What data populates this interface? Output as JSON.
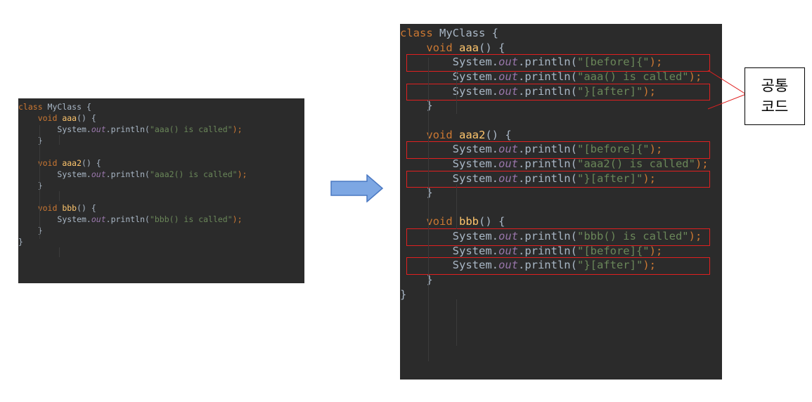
{
  "before_code": {
    "lines": [
      {
        "indent": 0,
        "tokens": [
          {
            "t": "class ",
            "c": "kw"
          },
          {
            "t": "MyClass ",
            "c": "cls"
          },
          {
            "t": "{",
            "c": "pl"
          }
        ]
      },
      {
        "indent": 4,
        "tokens": [
          {
            "t": "void ",
            "c": "kw"
          },
          {
            "t": "aaa",
            "c": "fn"
          },
          {
            "t": "() {",
            "c": "pl"
          }
        ]
      },
      {
        "indent": 8,
        "tokens": [
          {
            "t": "System.",
            "c": "pl"
          },
          {
            "t": "out",
            "c": "fld"
          },
          {
            "t": ".println(",
            "c": "pl"
          },
          {
            "t": "\"aaa() is called\"",
            "c": "str"
          },
          {
            "t": ");",
            "c": "kw"
          }
        ]
      },
      {
        "indent": 4,
        "tokens": [
          {
            "t": "}",
            "c": "pl"
          }
        ]
      },
      {
        "indent": 0,
        "tokens": []
      },
      {
        "indent": 4,
        "tokens": [
          {
            "t": "void ",
            "c": "kw"
          },
          {
            "t": "aaa2",
            "c": "fn"
          },
          {
            "t": "() {",
            "c": "pl"
          }
        ]
      },
      {
        "indent": 8,
        "tokens": [
          {
            "t": "System.",
            "c": "pl"
          },
          {
            "t": "out",
            "c": "fld"
          },
          {
            "t": ".println(",
            "c": "pl"
          },
          {
            "t": "\"aaa2() is called\"",
            "c": "str"
          },
          {
            "t": ");",
            "c": "kw"
          }
        ]
      },
      {
        "indent": 4,
        "tokens": [
          {
            "t": "}",
            "c": "pl"
          }
        ]
      },
      {
        "indent": 0,
        "tokens": []
      },
      {
        "indent": 4,
        "tokens": [
          {
            "t": "void ",
            "c": "kw"
          },
          {
            "t": "bbb",
            "c": "fn"
          },
          {
            "t": "() {",
            "c": "pl"
          }
        ]
      },
      {
        "indent": 8,
        "tokens": [
          {
            "t": "System.",
            "c": "pl"
          },
          {
            "t": "out",
            "c": "fld"
          },
          {
            "t": ".println(",
            "c": "pl"
          },
          {
            "t": "\"bbb() is called\"",
            "c": "str"
          },
          {
            "t": ");",
            "c": "kw"
          }
        ]
      },
      {
        "indent": 4,
        "tokens": [
          {
            "t": "}",
            "c": "pl"
          }
        ]
      },
      {
        "indent": 0,
        "tokens": [
          {
            "t": "}",
            "c": "pl"
          }
        ]
      }
    ]
  },
  "after_code": {
    "lines": [
      {
        "indent": 0,
        "tokens": [
          {
            "t": "class ",
            "c": "kw"
          },
          {
            "t": "MyClass ",
            "c": "cls"
          },
          {
            "t": "{",
            "c": "pl"
          }
        ]
      },
      {
        "indent": 4,
        "tokens": [
          {
            "t": "void ",
            "c": "kw"
          },
          {
            "t": "aaa",
            "c": "fn"
          },
          {
            "t": "() {",
            "c": "pl"
          }
        ]
      },
      {
        "indent": 8,
        "highlight": true,
        "tokens": [
          {
            "t": "System.",
            "c": "pl"
          },
          {
            "t": "out",
            "c": "fld"
          },
          {
            "t": ".println(",
            "c": "pl"
          },
          {
            "t": "\"[before]{\"",
            "c": "str"
          },
          {
            "t": ");",
            "c": "kw"
          }
        ]
      },
      {
        "indent": 8,
        "tokens": [
          {
            "t": "System.",
            "c": "pl"
          },
          {
            "t": "out",
            "c": "fld"
          },
          {
            "t": ".println(",
            "c": "pl"
          },
          {
            "t": "\"aaa() is called\"",
            "c": "str"
          },
          {
            "t": ");",
            "c": "kw"
          }
        ]
      },
      {
        "indent": 8,
        "highlight": true,
        "tokens": [
          {
            "t": "System.",
            "c": "pl"
          },
          {
            "t": "out",
            "c": "fld"
          },
          {
            "t": ".println(",
            "c": "pl"
          },
          {
            "t": "\"}[after]\"",
            "c": "str"
          },
          {
            "t": ");",
            "c": "kw"
          }
        ]
      },
      {
        "indent": 4,
        "tokens": [
          {
            "t": "}",
            "c": "pl"
          }
        ]
      },
      {
        "indent": 0,
        "tokens": []
      },
      {
        "indent": 4,
        "tokens": [
          {
            "t": "void ",
            "c": "kw"
          },
          {
            "t": "aaa2",
            "c": "fn"
          },
          {
            "t": "() {",
            "c": "pl"
          }
        ]
      },
      {
        "indent": 8,
        "highlight": true,
        "tokens": [
          {
            "t": "System.",
            "c": "pl"
          },
          {
            "t": "out",
            "c": "fld"
          },
          {
            "t": ".println(",
            "c": "pl"
          },
          {
            "t": "\"[before]{\"",
            "c": "str"
          },
          {
            "t": ");",
            "c": "kw"
          }
        ]
      },
      {
        "indent": 8,
        "tokens": [
          {
            "t": "System.",
            "c": "pl"
          },
          {
            "t": "out",
            "c": "fld"
          },
          {
            "t": ".println(",
            "c": "pl"
          },
          {
            "t": "\"aaa2() is called\"",
            "c": "str"
          },
          {
            "t": ");",
            "c": "kw"
          }
        ]
      },
      {
        "indent": 8,
        "highlight": true,
        "tokens": [
          {
            "t": "System.",
            "c": "pl"
          },
          {
            "t": "out",
            "c": "fld"
          },
          {
            "t": ".println(",
            "c": "pl"
          },
          {
            "t": "\"}[after]\"",
            "c": "str"
          },
          {
            "t": ");",
            "c": "kw"
          }
        ]
      },
      {
        "indent": 4,
        "tokens": [
          {
            "t": "}",
            "c": "pl"
          }
        ]
      },
      {
        "indent": 0,
        "tokens": []
      },
      {
        "indent": 4,
        "tokens": [
          {
            "t": "void ",
            "c": "kw"
          },
          {
            "t": "bbb",
            "c": "fn"
          },
          {
            "t": "() {",
            "c": "pl"
          }
        ]
      },
      {
        "indent": 8,
        "highlight": true,
        "tokens": [
          {
            "t": "System.",
            "c": "pl"
          },
          {
            "t": "out",
            "c": "fld"
          },
          {
            "t": ".println(",
            "c": "pl"
          },
          {
            "t": "\"bbb() is called\"",
            "c": "str"
          },
          {
            "t": ");",
            "c": "kw"
          }
        ]
      },
      {
        "indent": 8,
        "tokens": [
          {
            "t": "System.",
            "c": "pl"
          },
          {
            "t": "out",
            "c": "fld"
          },
          {
            "t": ".println(",
            "c": "pl"
          },
          {
            "t": "\"[before]{\"",
            "c": "str"
          },
          {
            "t": ");",
            "c": "kw"
          }
        ]
      },
      {
        "indent": 8,
        "highlight": true,
        "tokens": [
          {
            "t": "System.",
            "c": "pl"
          },
          {
            "t": "out",
            "c": "fld"
          },
          {
            "t": ".println(",
            "c": "pl"
          },
          {
            "t": "\"}[after]\"",
            "c": "str"
          },
          {
            "t": ");",
            "c": "kw"
          }
        ]
      },
      {
        "indent": 4,
        "tokens": [
          {
            "t": "}",
            "c": "pl"
          }
        ]
      },
      {
        "indent": 0,
        "tokens": [
          {
            "t": "}",
            "c": "pl"
          }
        ]
      }
    ]
  },
  "annotation": {
    "line1": "공통",
    "line2": "코드"
  },
  "colors": {
    "editor_bg": "#2b2b2b",
    "keyword": "#cc7832",
    "method": "#ffc66d",
    "field": "#9876aa",
    "string": "#6a8759",
    "plain": "#a9b7c6",
    "highlight_border": "#e02020",
    "arrow_fill": "#7da7e3",
    "arrow_stroke": "#4a78c2"
  },
  "icons": [
    "right-arrow-icon"
  ]
}
